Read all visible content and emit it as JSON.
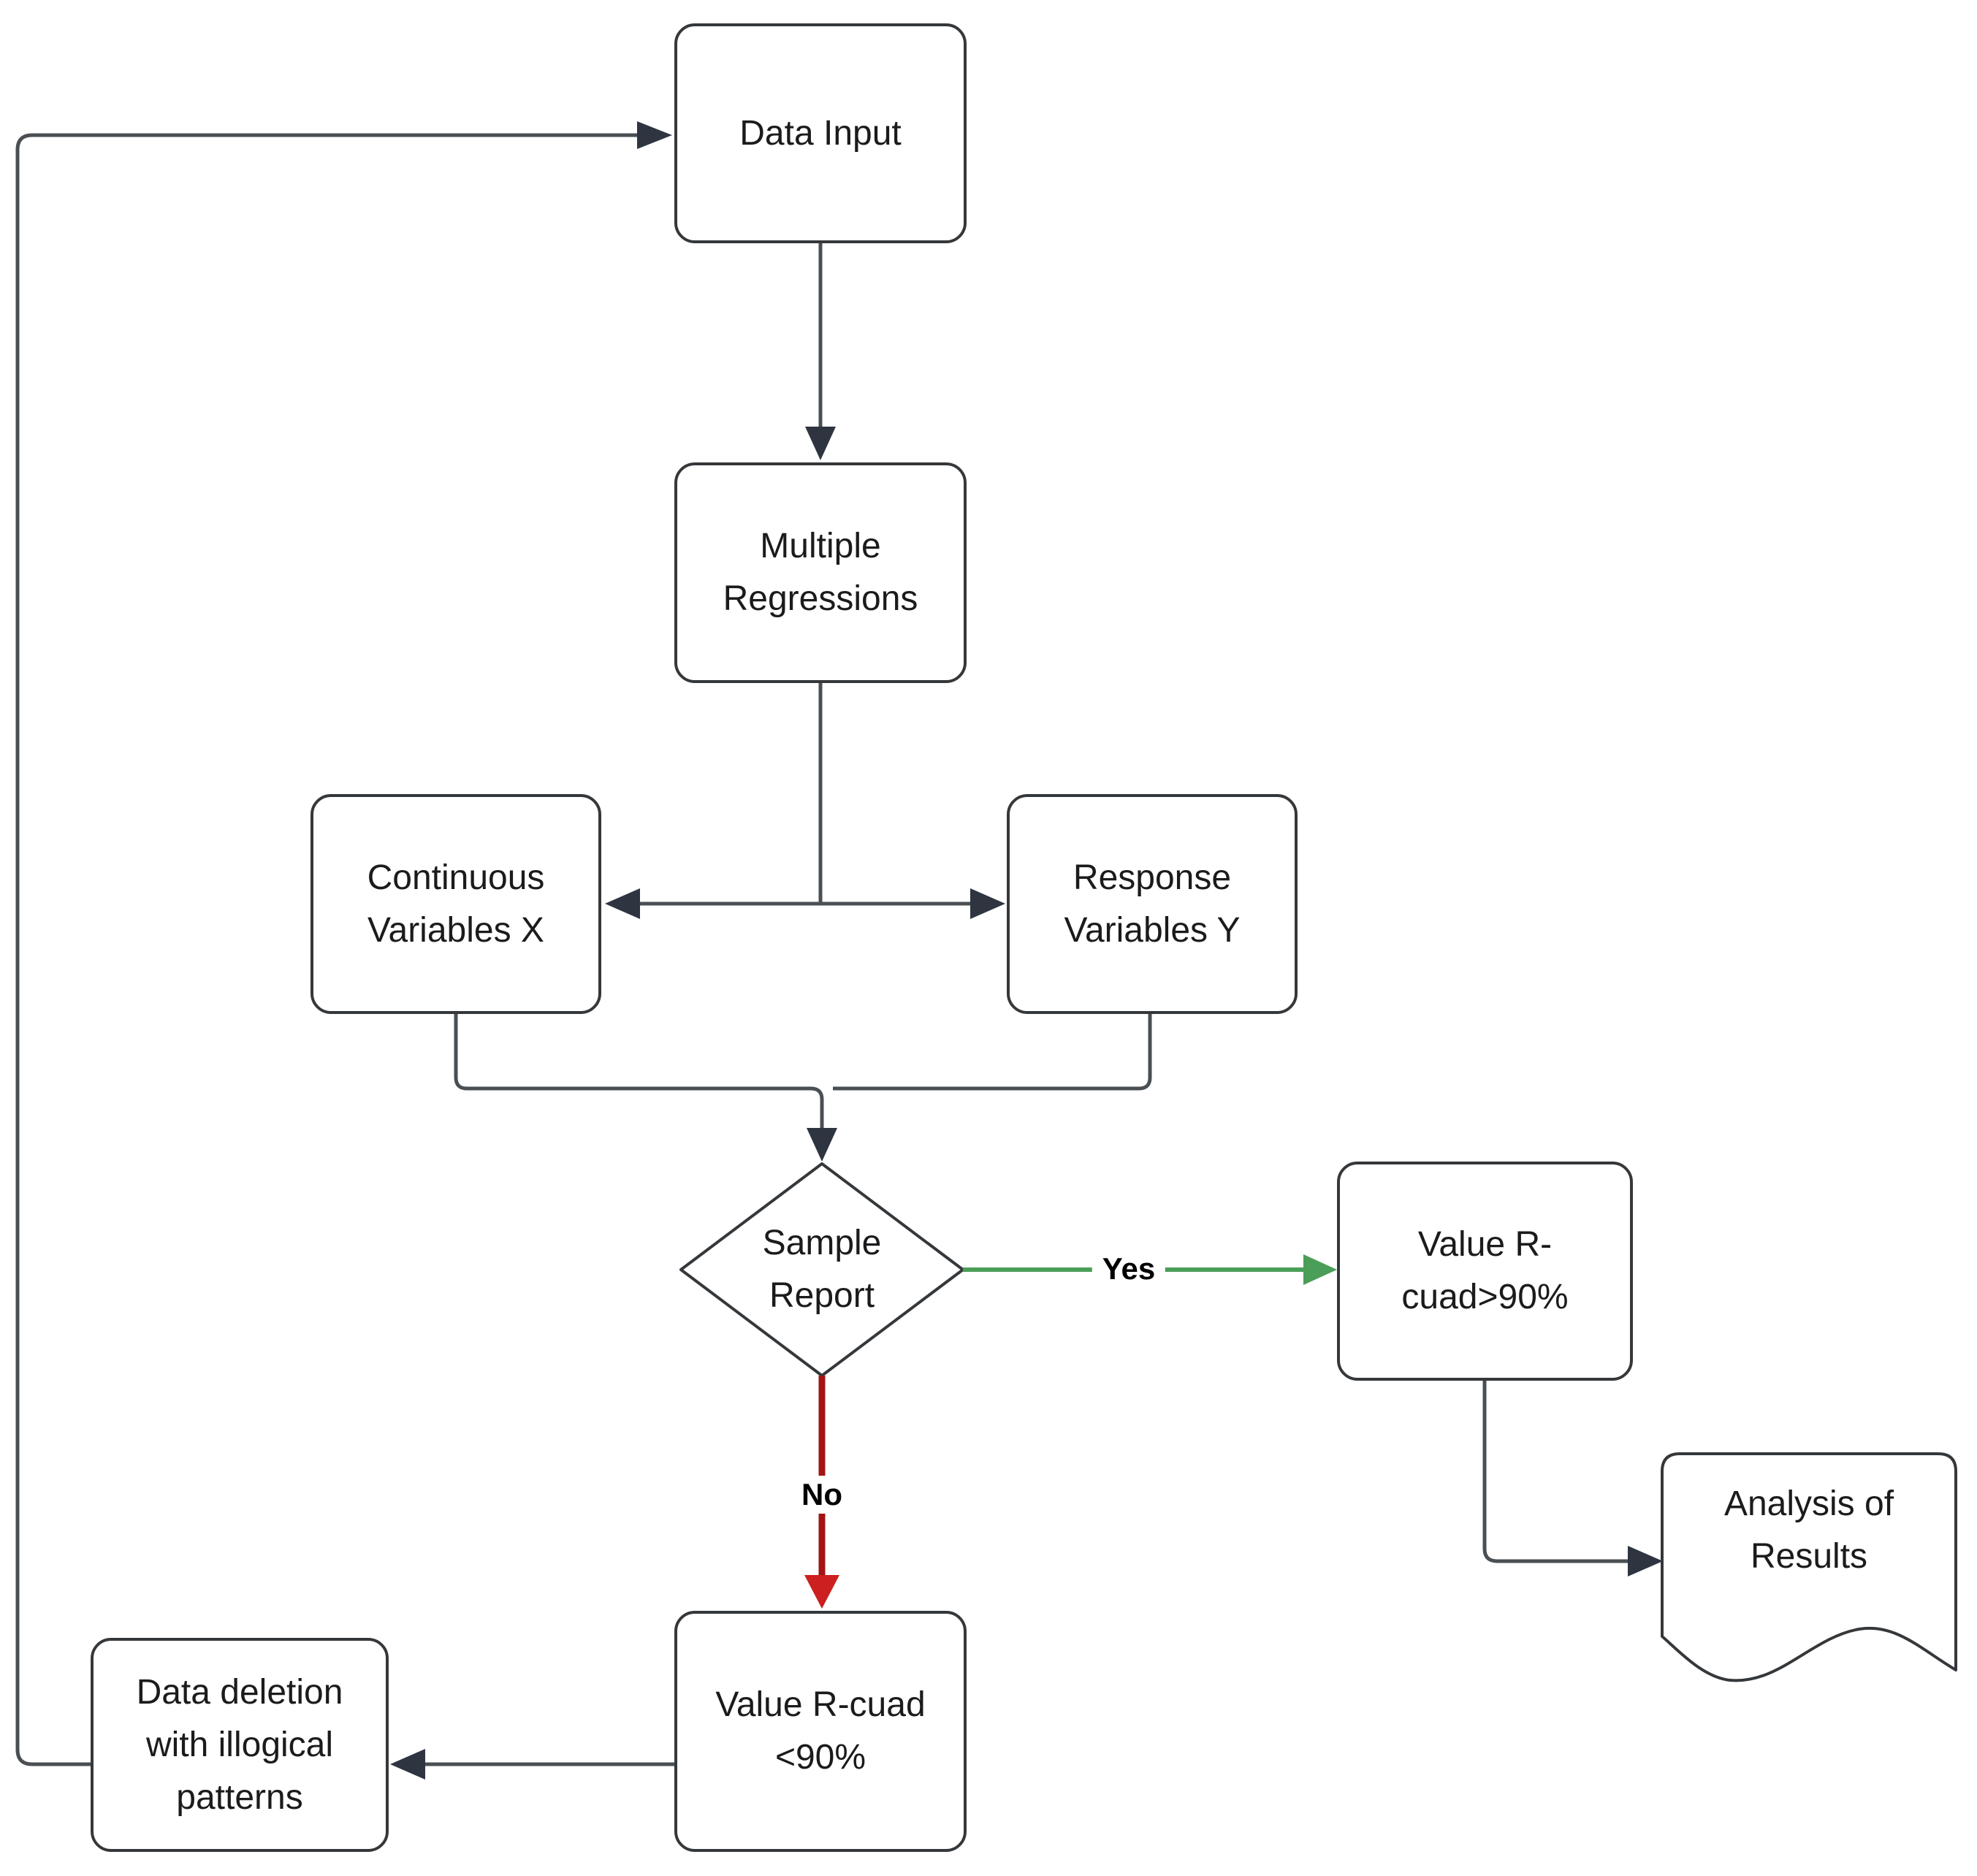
{
  "diagram": {
    "type": "flowchart",
    "nodes": {
      "data_input": {
        "label": "Data Input",
        "shape": "rounded-rectangle"
      },
      "multiple_regressions": {
        "label": "Multiple Regressions",
        "shape": "rounded-rectangle"
      },
      "continuous_variables_x": {
        "label": "Continuous Variables X",
        "shape": "rounded-rectangle"
      },
      "response_variables_y": {
        "label": "Response Variables Y",
        "shape": "rounded-rectangle"
      },
      "sample_report": {
        "label": "Sample Report",
        "shape": "decision-diamond"
      },
      "value_r_cuad_gt_90": {
        "label": "Value R-cuad>90%",
        "shape": "rounded-rectangle"
      },
      "analysis_of_results": {
        "label": "Analysis of Results",
        "shape": "document"
      },
      "value_r_cuad_lt_90": {
        "label": "Value R-cuad <90%",
        "shape": "rounded-rectangle"
      },
      "data_deletion": {
        "label": "Data deletion with illogical patterns",
        "shape": "rounded-rectangle"
      }
    },
    "edge_labels": {
      "yes": "Yes",
      "no": "No"
    },
    "colors": {
      "connector": "#4a4f54",
      "box_border": "#35383b",
      "arrowhead": "#2e3440",
      "yes_green": "#4a9e57",
      "no_red": "#a31414",
      "red_arrowhead": "#cc1f1f",
      "text": "#1b1b1d"
    }
  }
}
